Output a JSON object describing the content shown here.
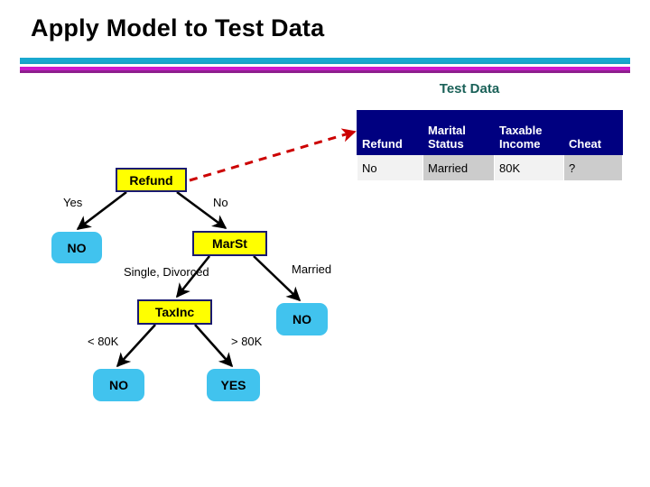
{
  "slide": {
    "title": "Apply Model to Test Data",
    "divider_colors": {
      "teal": "#19a8cf",
      "magenta": "#cc19cc",
      "magenta_shadow": "#8e1f8e"
    }
  },
  "test_data": {
    "caption": "Test Data",
    "caption_color": "#1a6158",
    "header_bg": "#000080",
    "columns": [
      "Refund",
      "Marital Status",
      "Taxable Income",
      "Cheat"
    ],
    "rows": [
      [
        "No",
        "Married",
        "80K",
        "?"
      ]
    ]
  },
  "tree": {
    "node_fill_internal": "#ffff00",
    "node_border_internal": "#191970",
    "node_fill_leaf": "#41c3ee",
    "pointer_color": "#cc0000",
    "nodes": {
      "refund": "Refund",
      "no_refund_yes": "NO",
      "marst": "MarSt",
      "taxinc": "TaxInc",
      "no_married": "NO",
      "no_lt80k": "NO",
      "yes_gt80k": "YES"
    },
    "edge_labels": {
      "refund_yes": "Yes",
      "refund_no": "No",
      "marst_single_divorced": "Single, Divorced",
      "marst_married": "Married",
      "taxinc_lt": "< 80K",
      "taxinc_gt": "> 80K"
    }
  }
}
